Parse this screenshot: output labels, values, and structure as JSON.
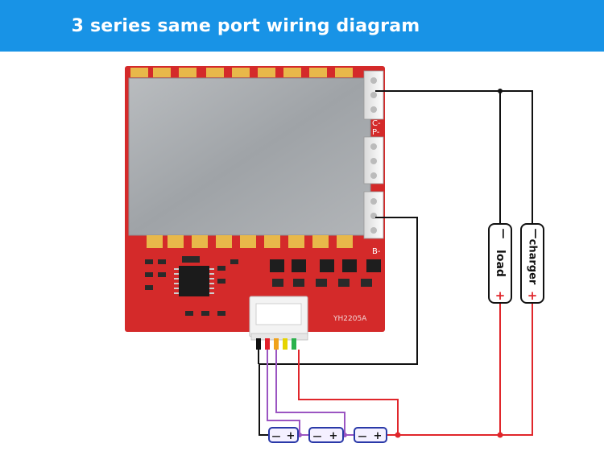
{
  "header": {
    "title": "3 series same port wiring diagram",
    "background_color": "#1893e6"
  },
  "board": {
    "model": "YH2205A",
    "pad_labels": [
      "C-",
      "P-",
      "B-"
    ],
    "board_color": "#d42a2a",
    "shield_color": "#a8abae"
  },
  "devices": [
    {
      "id": "load",
      "label": "load",
      "minus": "—",
      "plus": "+"
    },
    {
      "id": "charger",
      "label": "charger",
      "minus": "—",
      "plus": "+"
    }
  ],
  "cells": [
    {
      "minus": "—",
      "plus": "+"
    },
    {
      "minus": "—",
      "plus": "+"
    },
    {
      "minus": "—",
      "plus": "+"
    }
  ],
  "wire_colors": {
    "negative": "#111111",
    "positive": "#e0262b",
    "balance": "#9b55c2",
    "connector_pins": [
      "#111111",
      "#e3202a",
      "#f0a21b",
      "#e6d400",
      "#2bb24c"
    ]
  }
}
